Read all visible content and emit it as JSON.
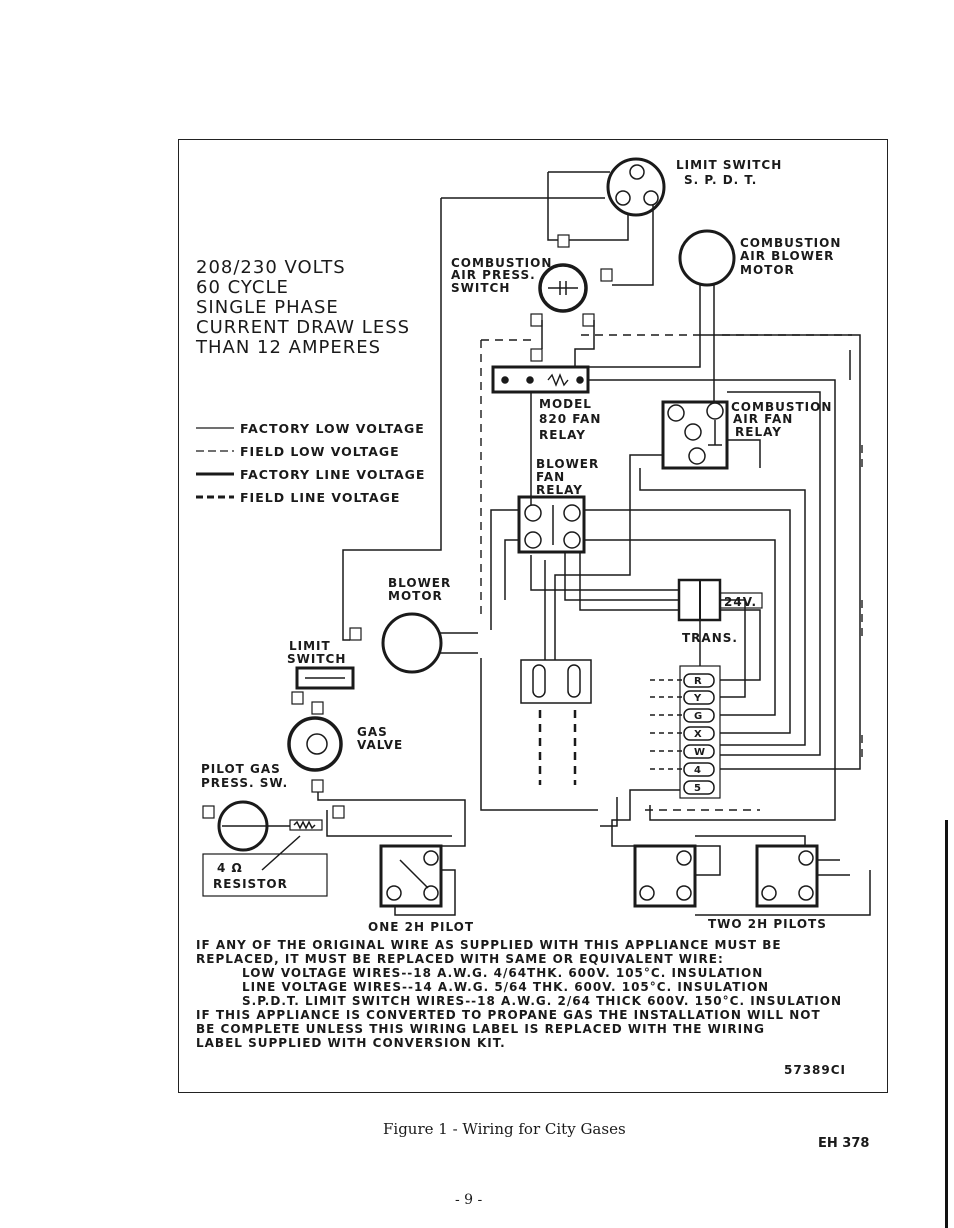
{
  "title_block": {
    "line1": "208/230 VOLTS",
    "line2": "60 CYCLE",
    "line3": "SINGLE PHASE",
    "line4": "CURRENT DRAW LESS",
    "line5": "THAN 12 AMPERES"
  },
  "legend": {
    "factory_low": "FACTORY LOW VOLTAGE",
    "field_low": "FIELD LOW VOLTAGE",
    "factory_line": "FACTORY LINE VOLTAGE",
    "field_line": "FIELD LINE VOLTAGE"
  },
  "components": {
    "limit_switch_top": "LIMIT SWITCH",
    "limit_switch_top_sub": "S. P. D. T.",
    "combustion_blower_l1": "COMBUSTION",
    "combustion_blower_l2": "AIR BLOWER",
    "combustion_blower_l3": "MOTOR",
    "press_switch_l1": "COMBUSTION",
    "press_switch_l2": "AIR PRESS.",
    "press_switch_l3": "SWITCH",
    "fan_relay_l1": "MODEL",
    "fan_relay_l2": "820 FAN",
    "fan_relay_l3": "RELAY",
    "air_fan_relay_l1": "COMBUSTION",
    "air_fan_relay_l2": "AIR FAN",
    "air_fan_relay_l3": "RELAY",
    "blower_relay_l1": "BLOWER",
    "blower_relay_l2": "FAN",
    "blower_relay_l3": "RELAY",
    "blower_motor_l1": "BLOWER",
    "blower_motor_l2": "MOTOR",
    "trans_voltage": "24V.",
    "trans": "TRANS.",
    "limit_switch_l1": "LIMIT",
    "limit_switch_l2": "SWITCH",
    "gas_valve_l1": "GAS",
    "gas_valve_l2": "VALVE",
    "pilot_press_l1": "PILOT GAS",
    "pilot_press_l2": "PRESS. SW.",
    "resistor_value": "4 Ω",
    "resistor": "RESISTOR",
    "one_pilot": "ONE 2H PILOT",
    "two_pilots": "TWO 2H PILOTS"
  },
  "terminals": [
    "R",
    "Y",
    "G",
    "X",
    "W",
    "4",
    "5"
  ],
  "notes": {
    "line1": "IF ANY OF THE ORIGINAL WIRE AS SUPPLIED WITH THIS APPLIANCE MUST BE",
    "line2": "REPLACED, IT MUST BE REPLACED WITH SAME OR EQUIVALENT WIRE:",
    "line3": "LOW VOLTAGE WIRES--18 A.W.G. 4/64THK. 600V. 105°C. INSULATION",
    "line4": "LINE VOLTAGE WIRES--14 A.W.G. 5/64 THK. 600V. 105°C. INSULATION",
    "line5": "S.P.D.T. LIMIT SWITCH WIRES--18 A.W.G. 2/64 THICK 600V. 150°C. INSULATION",
    "line6": "IF THIS APPLIANCE IS CONVERTED TO PROPANE GAS THE INSTALLATION WILL NOT",
    "line7": "BE COMPLETE UNLESS THIS WIRING LABEL IS REPLACED WITH THE WIRING",
    "line8": "LABEL SUPPLIED WITH CONVERSION KIT."
  },
  "part_number": "57389CI",
  "caption": "Figure 1 - Wiring for City Gases",
  "doc_id": "EH 378",
  "page_number": "- 9 -"
}
